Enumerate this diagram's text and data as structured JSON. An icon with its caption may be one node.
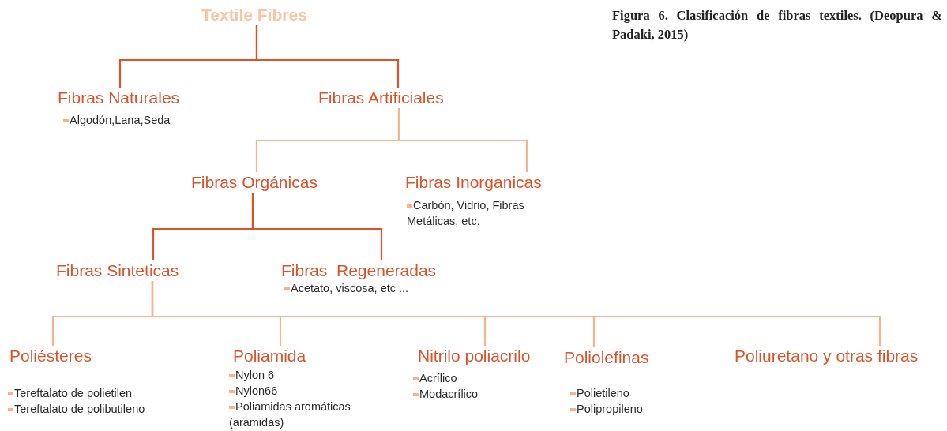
{
  "diagram": {
    "caption": "Figura 6. Clasificación de fibras textiles. (Deopura & Padaki, 2015)",
    "nodes": [
      {
        "text": [
          "Textile Fibres"
        ]
      },
      {
        "text": [
          "Fibras Naturales"
        ],
        "beside": [
          "Algodón,Lana,Seda"
        ]
      },
      {
        "text": [
          "Fibras Artificiales"
        ]
      },
      {
        "text": [
          "Fibras Orgánicas"
        ]
      },
      {
        "text": [
          "Fibras Inorganicas"
        ],
        "beside": [
          "Carbón, Vidrio, Fibras Metálicas, etc."
        ]
      },
      {
        "text": [
          "Fibras Sinteticas"
        ]
      },
      {
        "text": [
          "Fibras  Regeneradas"
        ],
        "beside": [
          "Acetato, viscosa, etc ..."
        ]
      },
      {
        "text": [
          "Poliésteres"
        ],
        "beside": [
          "Tereftalato de polietilen",
          "Tereftalato de polibutileno"
        ]
      },
      {
        "text": [
          "Poliamida"
        ],
        "beside": [
          "Nylon 6",
          "Nylon66",
          "Poliamidas aromáticas (aramidas)"
        ]
      },
      {
        "text": [
          "Nitrilo poliacrilo"
        ],
        "beside": [
          "Acrílico",
          "Modacrílico"
        ]
      },
      {
        "text": [
          "Poliolefinas"
        ],
        "beside": [
          "Polietileno",
          "Polipropileno"
        ]
      },
      {
        "text": [
          "Poliuretano y otras fibras"
        ]
      }
    ],
    "edges": [
      {
        "from": 0,
        "to": 1,
        "arrow": "none",
        "color": "#d9542a"
      },
      {
        "from": 0,
        "to": 2,
        "arrow": "none",
        "color": "#d9542a"
      },
      {
        "from": 2,
        "to": 3,
        "arrow": "none"
      },
      {
        "from": 2,
        "to": 4,
        "arrow": "none"
      },
      {
        "from": 3,
        "to": 5,
        "arrow": "none",
        "color": "#d9542a"
      },
      {
        "from": 3,
        "to": 6,
        "arrow": "none",
        "color": "#d9542a"
      },
      {
        "from": 5,
        "to": 7,
        "arrow": "none"
      },
      {
        "from": 5,
        "to": 8,
        "arrow": "none"
      },
      {
        "from": 5,
        "to": 9,
        "arrow": "none"
      },
      {
        "from": 5,
        "to": 10,
        "arrow": "none"
      },
      {
        "from": 5,
        "to": 11,
        "arrow": "none"
      }
    ]
  }
}
